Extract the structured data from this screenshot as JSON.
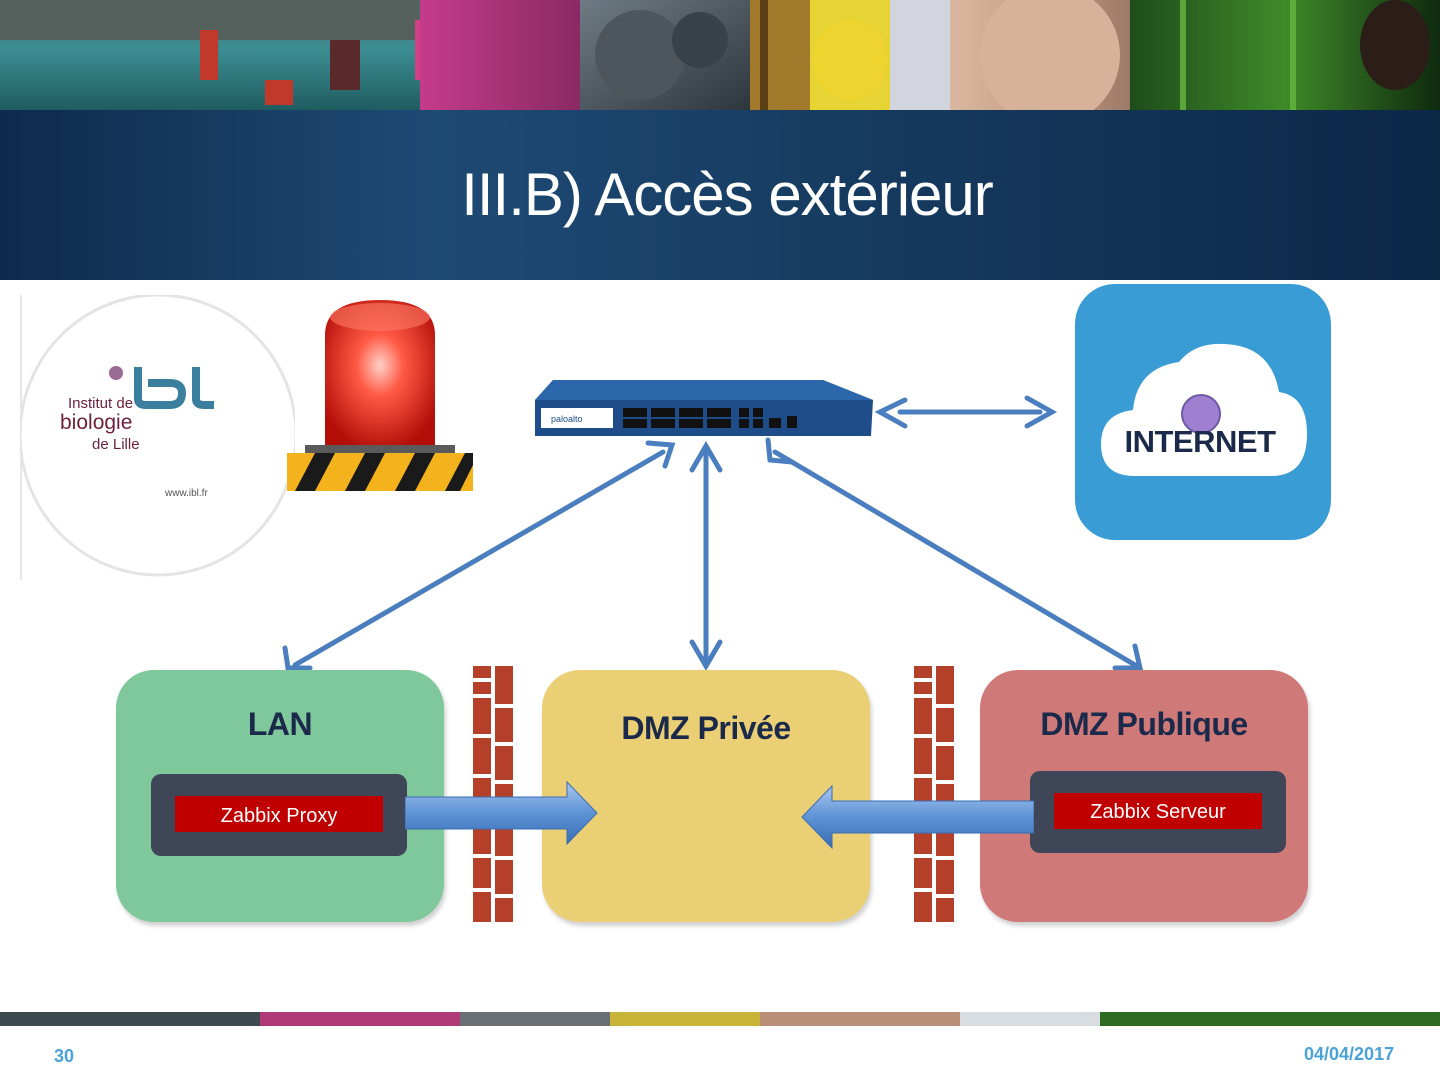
{
  "slide": {
    "title": "III.B) Accès extérieur",
    "number": "30",
    "date": "04/04/2017"
  },
  "logo": {
    "line1": "Institut de",
    "line2": "biologie",
    "line3": "de Lille",
    "mark": "ibl",
    "url": "www.ibl.fr"
  },
  "firewall_device": {
    "brand": "paloalto"
  },
  "internet": {
    "label": "INTERNET"
  },
  "zones": {
    "lan": {
      "title": "LAN",
      "host": "Zabbix Proxy",
      "color": "#7ec89c"
    },
    "dmz_private": {
      "title": "DMZ Privée",
      "color": "#ebcf75"
    },
    "dmz_public": {
      "title": "DMZ Publique",
      "host": "Zabbix Serveur",
      "color": "#cf7a78"
    }
  },
  "colors": {
    "title_bar": "#123560",
    "arrow": "#4a7ebf",
    "host_label": "#c00000",
    "brick": "#b5402a",
    "accent_text": "#4aa3d6"
  },
  "icons": [
    "alarm-beacon-icon",
    "cloud-icon",
    "firewall-brick-wall-icon",
    "network-switch-icon"
  ]
}
